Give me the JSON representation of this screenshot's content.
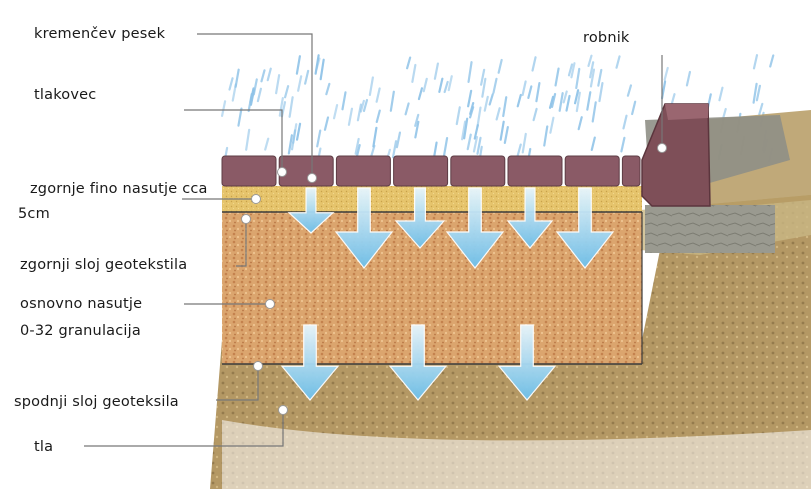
{
  "labels": {
    "kremencev_pesek": "kremenčev pesek",
    "robnik": "robnik",
    "tlakovec": "tlakovec",
    "zgornje_nasutje_line1": "zgornje fino nasutje cca",
    "zgornje_nasutje_line2": "5cm",
    "zgornji_geotekstil": "zgornji sloj geotekstila",
    "osnovno_nasutje_line1": "osnovno nasutje",
    "osnovno_nasutje_line2": "0-32 granulacija",
    "spodnji_geotekstil": "spodnji sloj geoteksila",
    "tla": "tla"
  },
  "colors": {
    "paver": "#8a5a66",
    "paver_joint": "#5d3c44",
    "fine_fill": "#e3c06a",
    "base_fill": "#d9a06a",
    "soil": "#a88b55",
    "rain": "#8fc3e8",
    "arrow": "#8fd0f0",
    "curb": "#7e4f58",
    "leader": "#666666"
  }
}
